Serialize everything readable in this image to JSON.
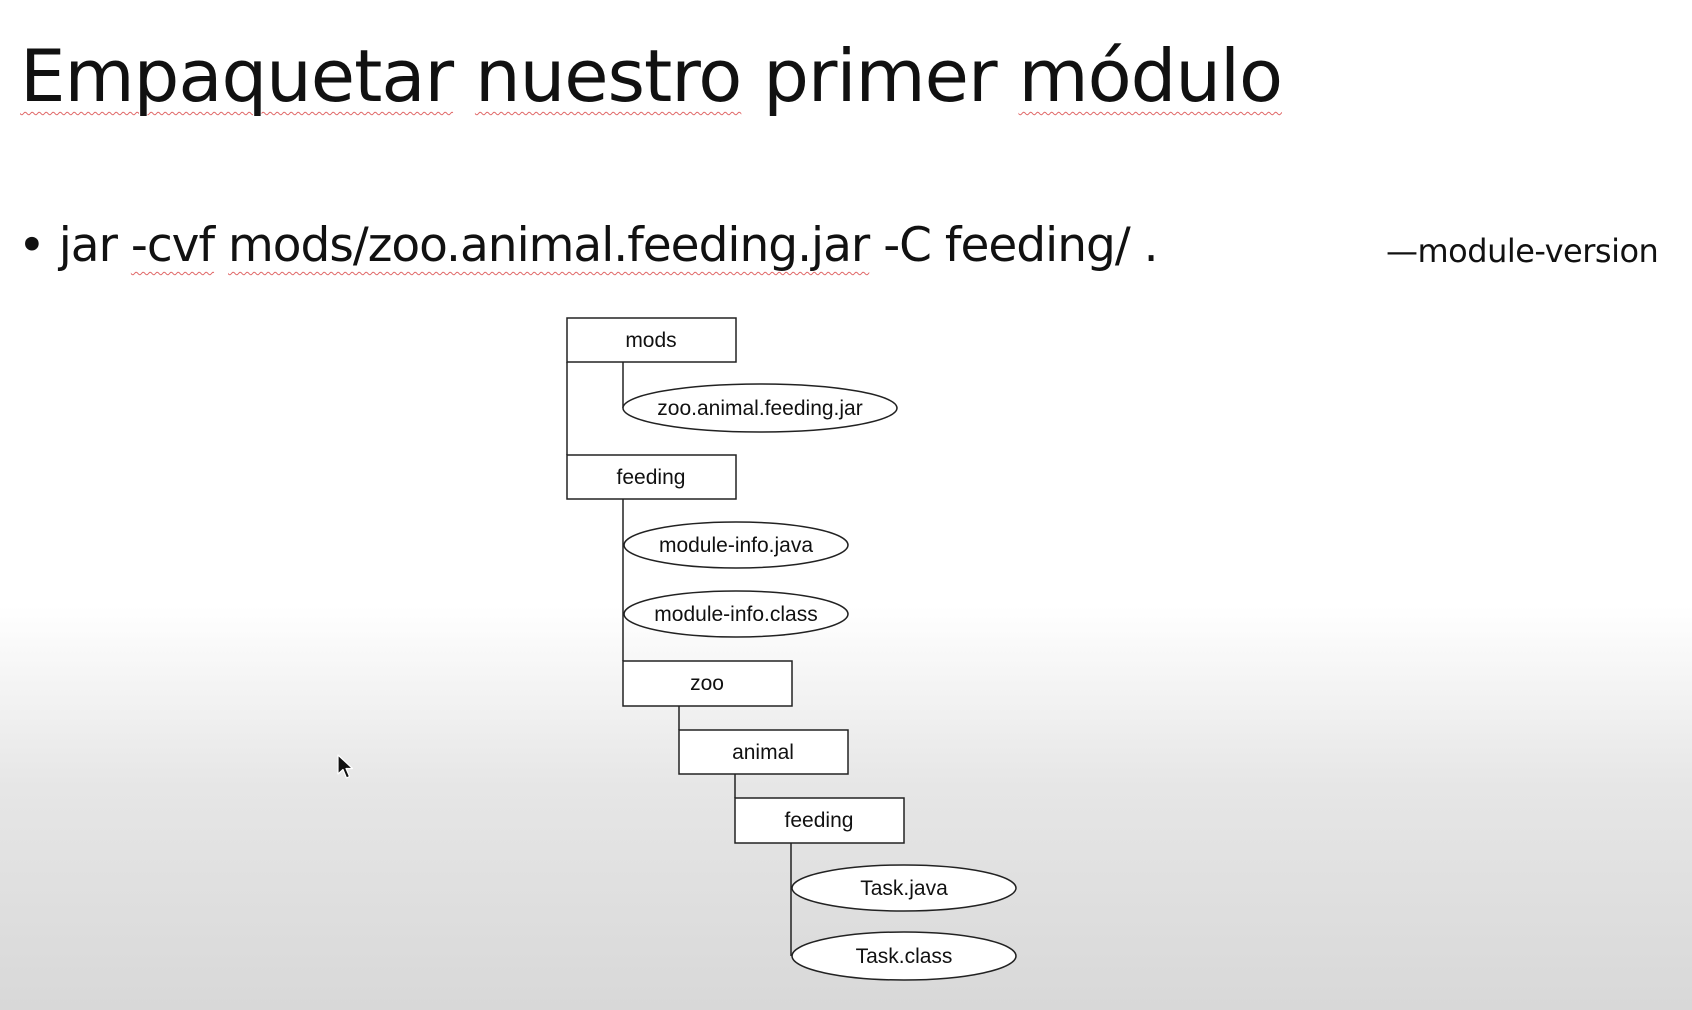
{
  "slide": {
    "title_words": [
      "Empaquetar",
      "nuestro",
      "primer",
      "módulo"
    ],
    "bullet": {
      "symbol": "•",
      "cmd": "jar",
      "flag": "-cvf",
      "path": "mods/zoo.animal.feeding.jar",
      "rest": "-C feeding/ ."
    },
    "side_note": "—module-version"
  },
  "tree": {
    "mods": "mods",
    "jar_file": "zoo.animal.feeding.jar",
    "feeding_dir": "feeding",
    "module_info_java": "module-info.java",
    "module_info_class": "module-info.class",
    "zoo": "zoo",
    "animal": "animal",
    "feeding_pkg": "feeding",
    "task_java": "Task.java",
    "task_class": "Task.class"
  },
  "icons": {
    "cursor": "mouse-pointer-icon"
  }
}
